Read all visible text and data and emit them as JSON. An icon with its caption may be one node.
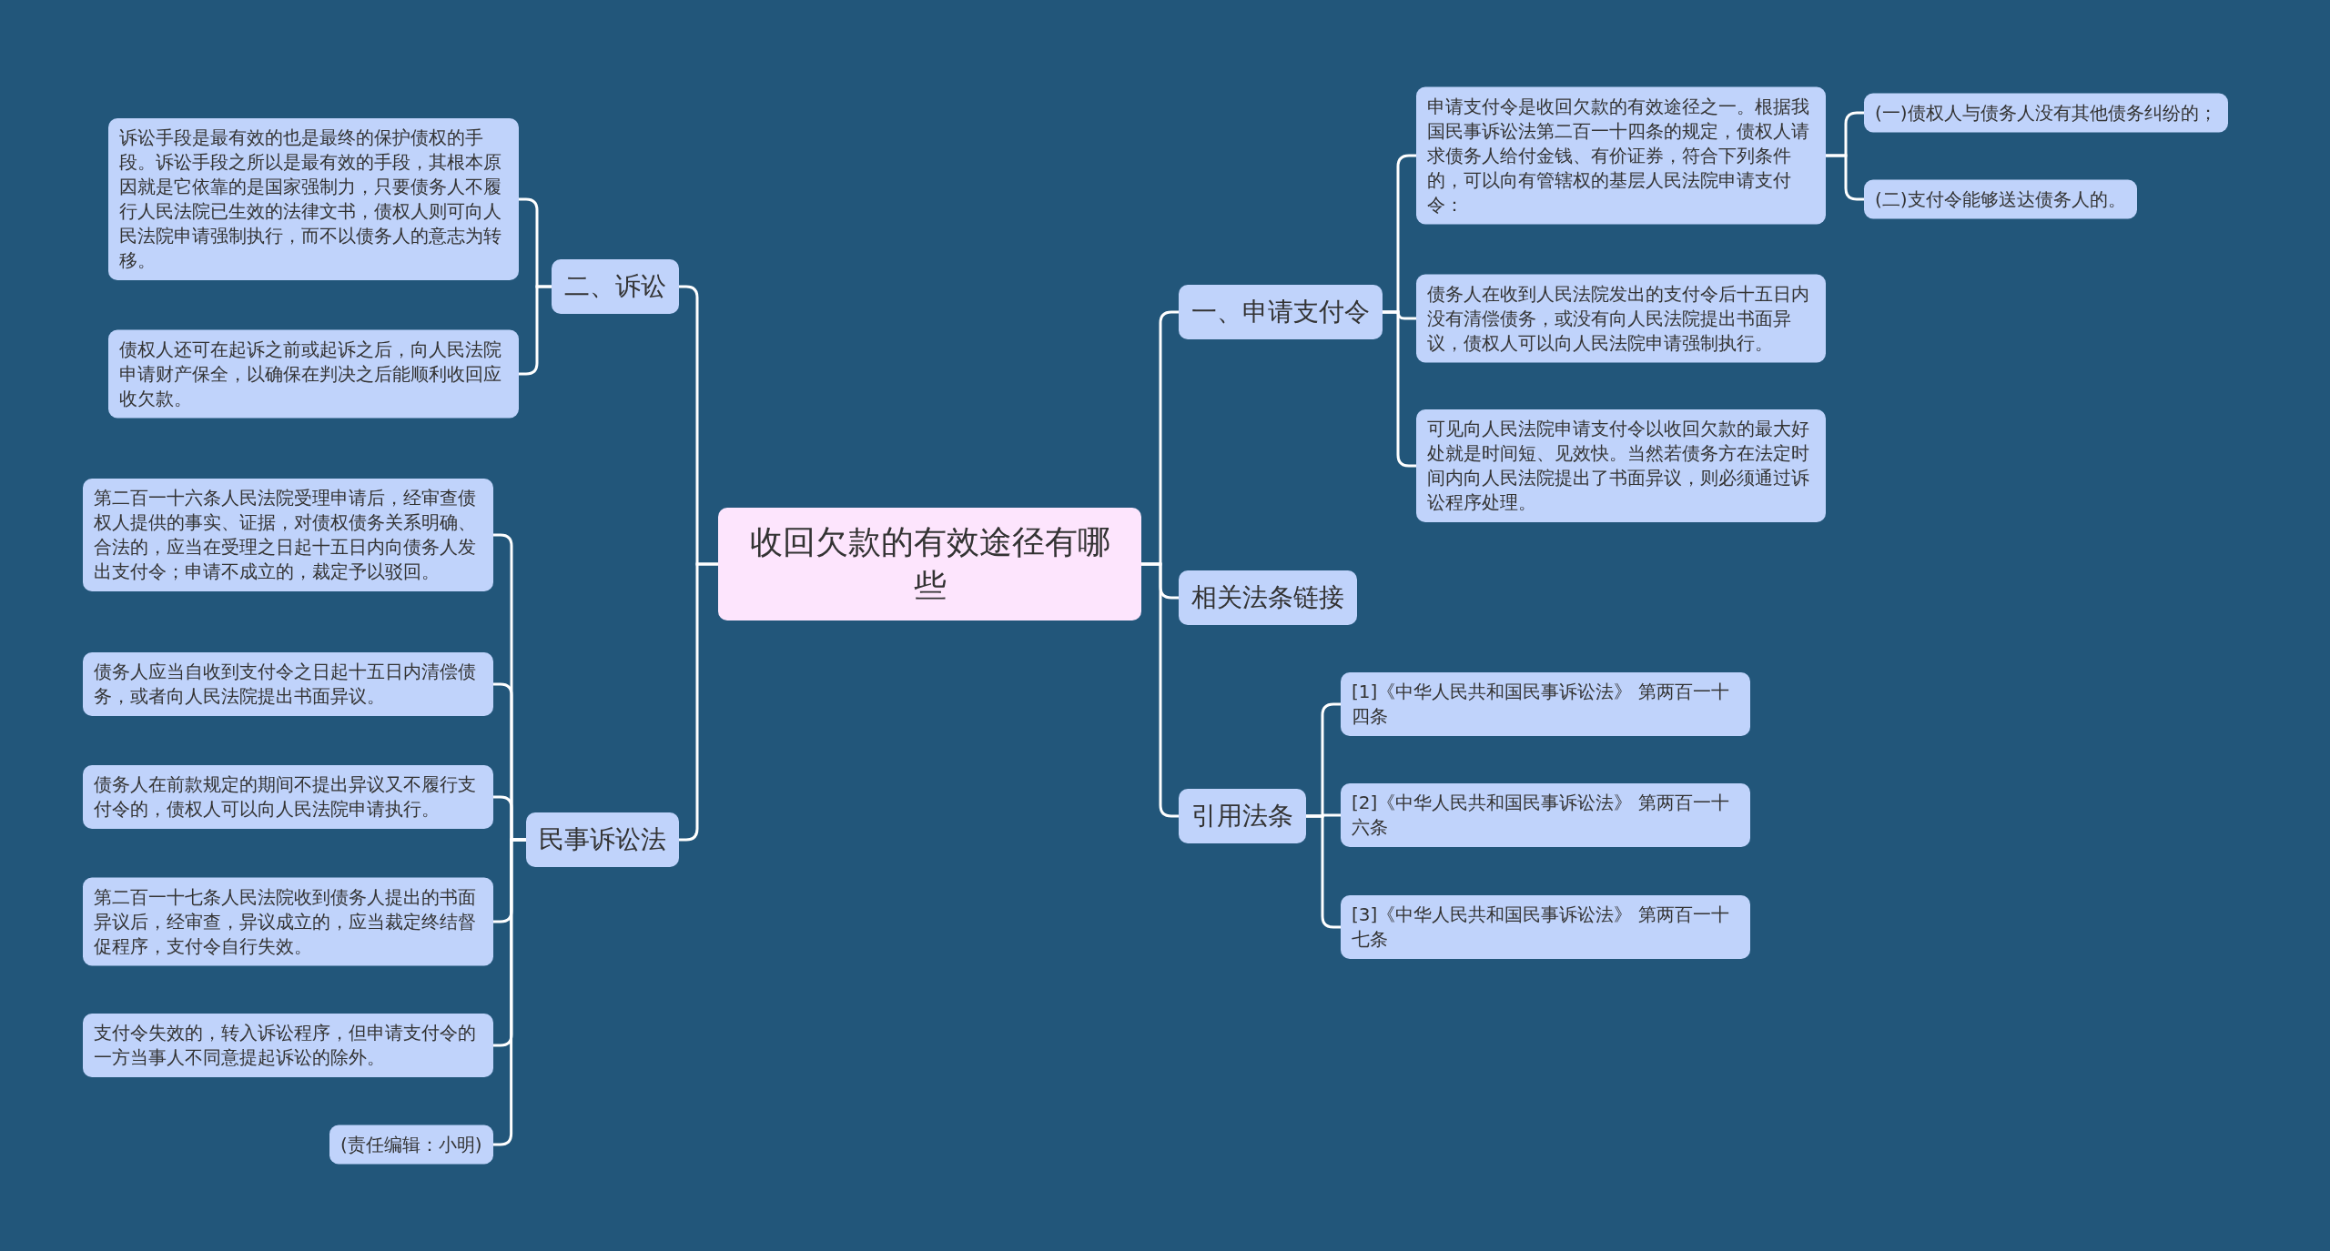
{
  "diagram": {
    "nodes": [
      {
        "text": [
          "收回欠款的有效途径有哪些"
        ]
      },
      {
        "text": [
          "一、申请支付令"
        ]
      },
      {
        "text": [
          "申请支付令是收回欠款的有效途径之一。根据我国民事诉讼法第二百一十四条的规定，债权人请求债务人给付金钱、有价证券，符合下列条件的，可以向有管辖权的基层人民法院申请支付令："
        ]
      },
      {
        "text": [
          "(一)债权人与债务人没有其他债务纠纷的；"
        ]
      },
      {
        "text": [
          "(二)支付令能够送达债务人的。"
        ]
      },
      {
        "text": [
          "债务人在收到人民法院发出的支付令后十五日内没有清偿债务，或没有向人民法院提出书面异议，债权人可以向人民法院申请强制执行。"
        ]
      },
      {
        "text": [
          "可见向人民法院申请支付令以收回欠款的最大好处就是时间短、见效快。当然若债务方在法定时间内向人民法院提出了书面异议，则必须通过诉讼程序处理。"
        ]
      },
      {
        "text": [
          "相关法条链接"
        ]
      },
      {
        "text": [
          "引用法条"
        ]
      },
      {
        "text": [
          "[1]《中华人民共和国民事诉讼法》 第两百一十四条"
        ]
      },
      {
        "text": [
          "[2]《中华人民共和国民事诉讼法》 第两百一十六条"
        ]
      },
      {
        "text": [
          "[3]《中华人民共和国民事诉讼法》 第两百一十七条"
        ]
      },
      {
        "text": [
          "二、诉讼"
        ]
      },
      {
        "text": [
          "诉讼手段是最有效的也是最终的保护债权的手段。诉讼手段之所以是最有效的手段，其根本原因就是它依靠的是国家强制力，只要债务人不履行人民法院已生效的法律文书，债权人则可向人民法院申请强制执行，而不以债务人的意志为转移。"
        ]
      },
      {
        "text": [
          "债权人还可在起诉之前或起诉之后，向人民法院申请财产保全，以确保在判决之后能顺利收回应收欠款。"
        ]
      },
      {
        "text": [
          "民事诉讼法"
        ]
      },
      {
        "text": [
          "第二百一十六条人民法院受理申请后，经审查债权人提供的事实、证据，对债权债务关系明确、合法的，应当在受理之日起十五日内向债务人发出支付令；申请不成立的，裁定予以驳回。"
        ]
      },
      {
        "text": [
          "债务人应当自收到支付令之日起十五日内清偿债务，或者向人民法院提出书面异议。"
        ]
      },
      {
        "text": [
          "债务人在前款规定的期间不提出异议又不履行支付令的，债权人可以向人民法院申请执行。"
        ]
      },
      {
        "text": [
          "第二百一十七条人民法院收到债务人提出的书面异议后，经审查，异议成立的，应当裁定终结督促程序，支付令自行失效。"
        ]
      },
      {
        "text": [
          "支付令失效的，转入诉讼程序，但申请支付令的一方当事人不同意提起诉讼的除外。"
        ]
      },
      {
        "text": [
          "(责任编辑：小明)"
        ]
      }
    ],
    "edges": [
      {
        "from": 0,
        "to": 1,
        "arrow": "none"
      },
      {
        "from": 1,
        "to": 2,
        "arrow": "none"
      },
      {
        "from": 2,
        "to": 3,
        "arrow": "none"
      },
      {
        "from": 2,
        "to": 4,
        "arrow": "none"
      },
      {
        "from": 1,
        "to": 5,
        "arrow": "none"
      },
      {
        "from": 1,
        "to": 6,
        "arrow": "none"
      },
      {
        "from": 0,
        "to": 7,
        "arrow": "none"
      },
      {
        "from": 0,
        "to": 8,
        "arrow": "none"
      },
      {
        "from": 8,
        "to": 9,
        "arrow": "none"
      },
      {
        "from": 8,
        "to": 10,
        "arrow": "none"
      },
      {
        "from": 8,
        "to": 11,
        "arrow": "none"
      },
      {
        "from": 0,
        "to": 12,
        "arrow": "none"
      },
      {
        "from": 12,
        "to": 13,
        "arrow": "none"
      },
      {
        "from": 12,
        "to": 14,
        "arrow": "none"
      },
      {
        "from": 0,
        "to": 15,
        "arrow": "none"
      },
      {
        "from": 15,
        "to": 16,
        "arrow": "none"
      },
      {
        "from": 15,
        "to": 17,
        "arrow": "none"
      },
      {
        "from": 15,
        "to": 18,
        "arrow": "none"
      },
      {
        "from": 15,
        "to": 19,
        "arrow": "none"
      },
      {
        "from": 15,
        "to": 20,
        "arrow": "none"
      },
      {
        "from": 15,
        "to": 21,
        "arrow": "none"
      }
    ]
  }
}
